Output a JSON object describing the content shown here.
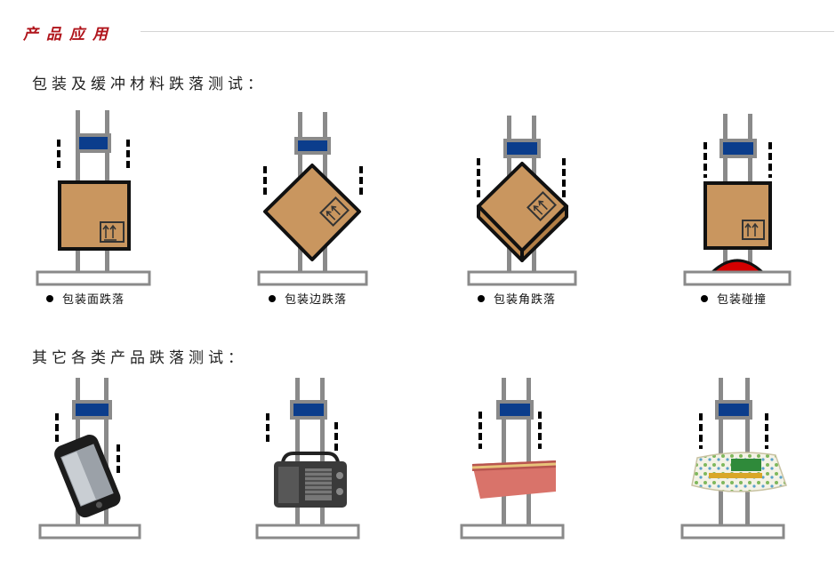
{
  "header": {
    "title": "产品应用"
  },
  "sections": [
    {
      "title": "包装及缓冲材料跌落测试：",
      "items": [
        {
          "label": "包装面跌落",
          "icon": "box-flat-drop-icon"
        },
        {
          "label": "包装边跌落",
          "icon": "box-edge-drop-icon"
        },
        {
          "label": "包装角跌落",
          "icon": "box-corner-drop-icon"
        },
        {
          "label": "包装碰撞",
          "icon": "box-impact-icon"
        }
      ]
    },
    {
      "title": "其它各类产品跌落测试：",
      "items": [
        {
          "label": "",
          "icon": "phone-drop-icon"
        },
        {
          "label": "",
          "icon": "radio-drop-icon"
        },
        {
          "label": "",
          "icon": "gift-box-drop-icon"
        },
        {
          "label": "",
          "icon": "bag-drop-icon"
        }
      ]
    }
  ],
  "colors": {
    "accent": "#b0141b",
    "rig_gray": "#8a8a8a",
    "clamp_blue": "#0b3d8c",
    "box_brown": "#c9965f",
    "impact_red": "#d40000"
  }
}
